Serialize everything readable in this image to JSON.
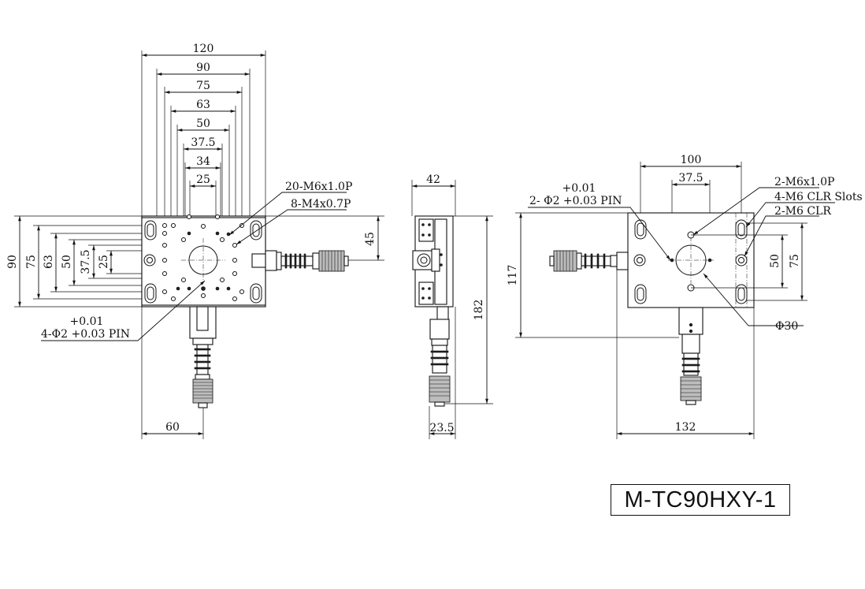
{
  "model": "M-TC90HXY-1",
  "front_view": {
    "top_dims": [
      "120",
      "90",
      "75",
      "63",
      "50",
      "37.5",
      "34",
      "25"
    ],
    "left_dims": [
      "90",
      "75",
      "63",
      "50",
      "37.5",
      "25"
    ],
    "right_dim": "45",
    "bottom_dim": "60",
    "callout_tap_m6": "20-M6x1.0P",
    "callout_tap_m4": "8-M4x0.7P",
    "pin_tol": "+0.01",
    "pin_label": "4-Φ2 +0.03 PIN"
  },
  "side_view": {
    "top_dim": "42",
    "right_dim": "182",
    "bottom_dim": "23.5"
  },
  "rear_view": {
    "top_dims": [
      "100",
      "37.5"
    ],
    "left_dim": "117",
    "right_dims": [
      "50",
      "75"
    ],
    "bottom_dim": "132",
    "pin_tol": "+0.01",
    "pin_label": "2- Φ2 +0.03 PIN",
    "callout_tap": "2-M6x1.0P",
    "callout_slots": "4-M6 CLR Slots",
    "callout_clr": "2-M6 CLR",
    "bore_label": "Φ30"
  }
}
